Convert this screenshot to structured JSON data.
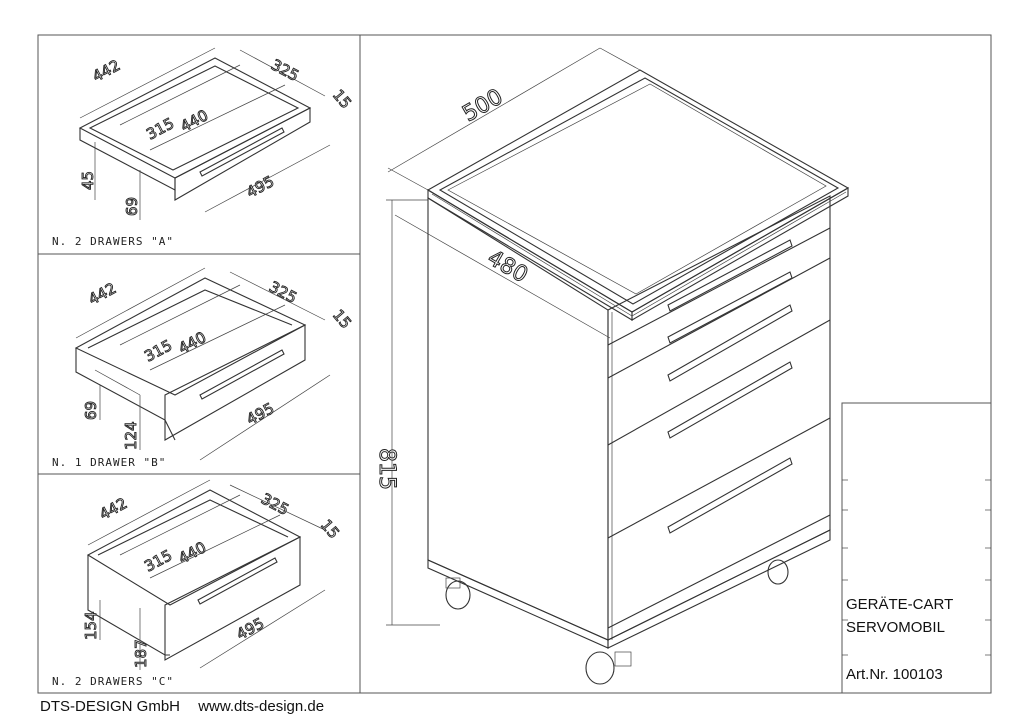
{
  "panels": [
    {
      "caption": "N. 2 DRAWERS \"A\"",
      "dims": {
        "width": "442",
        "depth": "325",
        "thick": "15",
        "inner_w": "315",
        "inner_d": "440",
        "length": "495",
        "height": "45",
        "bottom": "69"
      }
    },
    {
      "caption": "N. 1 DRAWER \"B\"",
      "dims": {
        "width": "442",
        "depth": "325",
        "thick": "15",
        "inner_w": "315",
        "inner_d": "440",
        "length": "495",
        "height": "69",
        "bottom": "124"
      }
    },
    {
      "caption": "N. 2 DRAWERS \"C\"",
      "dims": {
        "width": "442",
        "depth": "325",
        "thick": "15",
        "inner_w": "315",
        "inner_d": "440",
        "length": "495",
        "height": "154",
        "bottom": "187"
      }
    }
  ],
  "cart": {
    "dim_width": "500",
    "dim_depth": "480",
    "dim_height": "815"
  },
  "title_block": {
    "line1": "GERÄTE-CART",
    "line2": "SERVOMOBIL",
    "article": "Art.Nr. 100103"
  },
  "footer": {
    "company": "DTS-DESIGN GmbH",
    "website": "www.dts-design.de"
  }
}
